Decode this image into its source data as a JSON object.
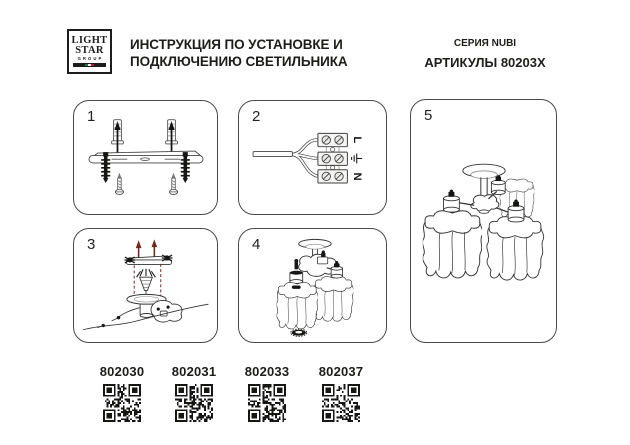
{
  "header": {
    "logo": {
      "line1": "LIGHT",
      "line2": "STAR",
      "line3": "GROUP"
    },
    "title_line1": "ИНСТРУКЦИЯ ПО УСТАНОВКЕ И",
    "title_line2": "ПОДКЛЮЧЕНИЮ СВЕТИЛЬНИКА",
    "series": "СЕРИЯ NUBI",
    "articles_heading": "АРТИКУЛЫ 80203X"
  },
  "steps": [
    {
      "number": "1",
      "illustration": "ceiling-bracket-with-wall-anchors-and-screws"
    },
    {
      "number": "2",
      "illustration": "terminal-block-wiring",
      "labels": {
        "line": "L",
        "neutral": "N",
        "earth": "earth-symbol"
      }
    },
    {
      "number": "3",
      "illustration": "lift-fixture-to-mounting-bracket"
    },
    {
      "number": "4",
      "illustration": "cloud-shade-and-socket-assembly"
    },
    {
      "number": "5",
      "illustration": "assembled-chandelier"
    }
  ],
  "footer": {
    "articles": [
      {
        "code": "802030"
      },
      {
        "code": "802031"
      },
      {
        "code": "802033"
      },
      {
        "code": "802037"
      }
    ]
  },
  "colors": {
    "ink": "#1d1d1b",
    "panel_border": "#4a4a49",
    "drawing_line": "#3b3b3a",
    "accent_arrow_red": "#75281f",
    "flag_green": "#1a7a3c",
    "flag_red": "#c8102e"
  }
}
